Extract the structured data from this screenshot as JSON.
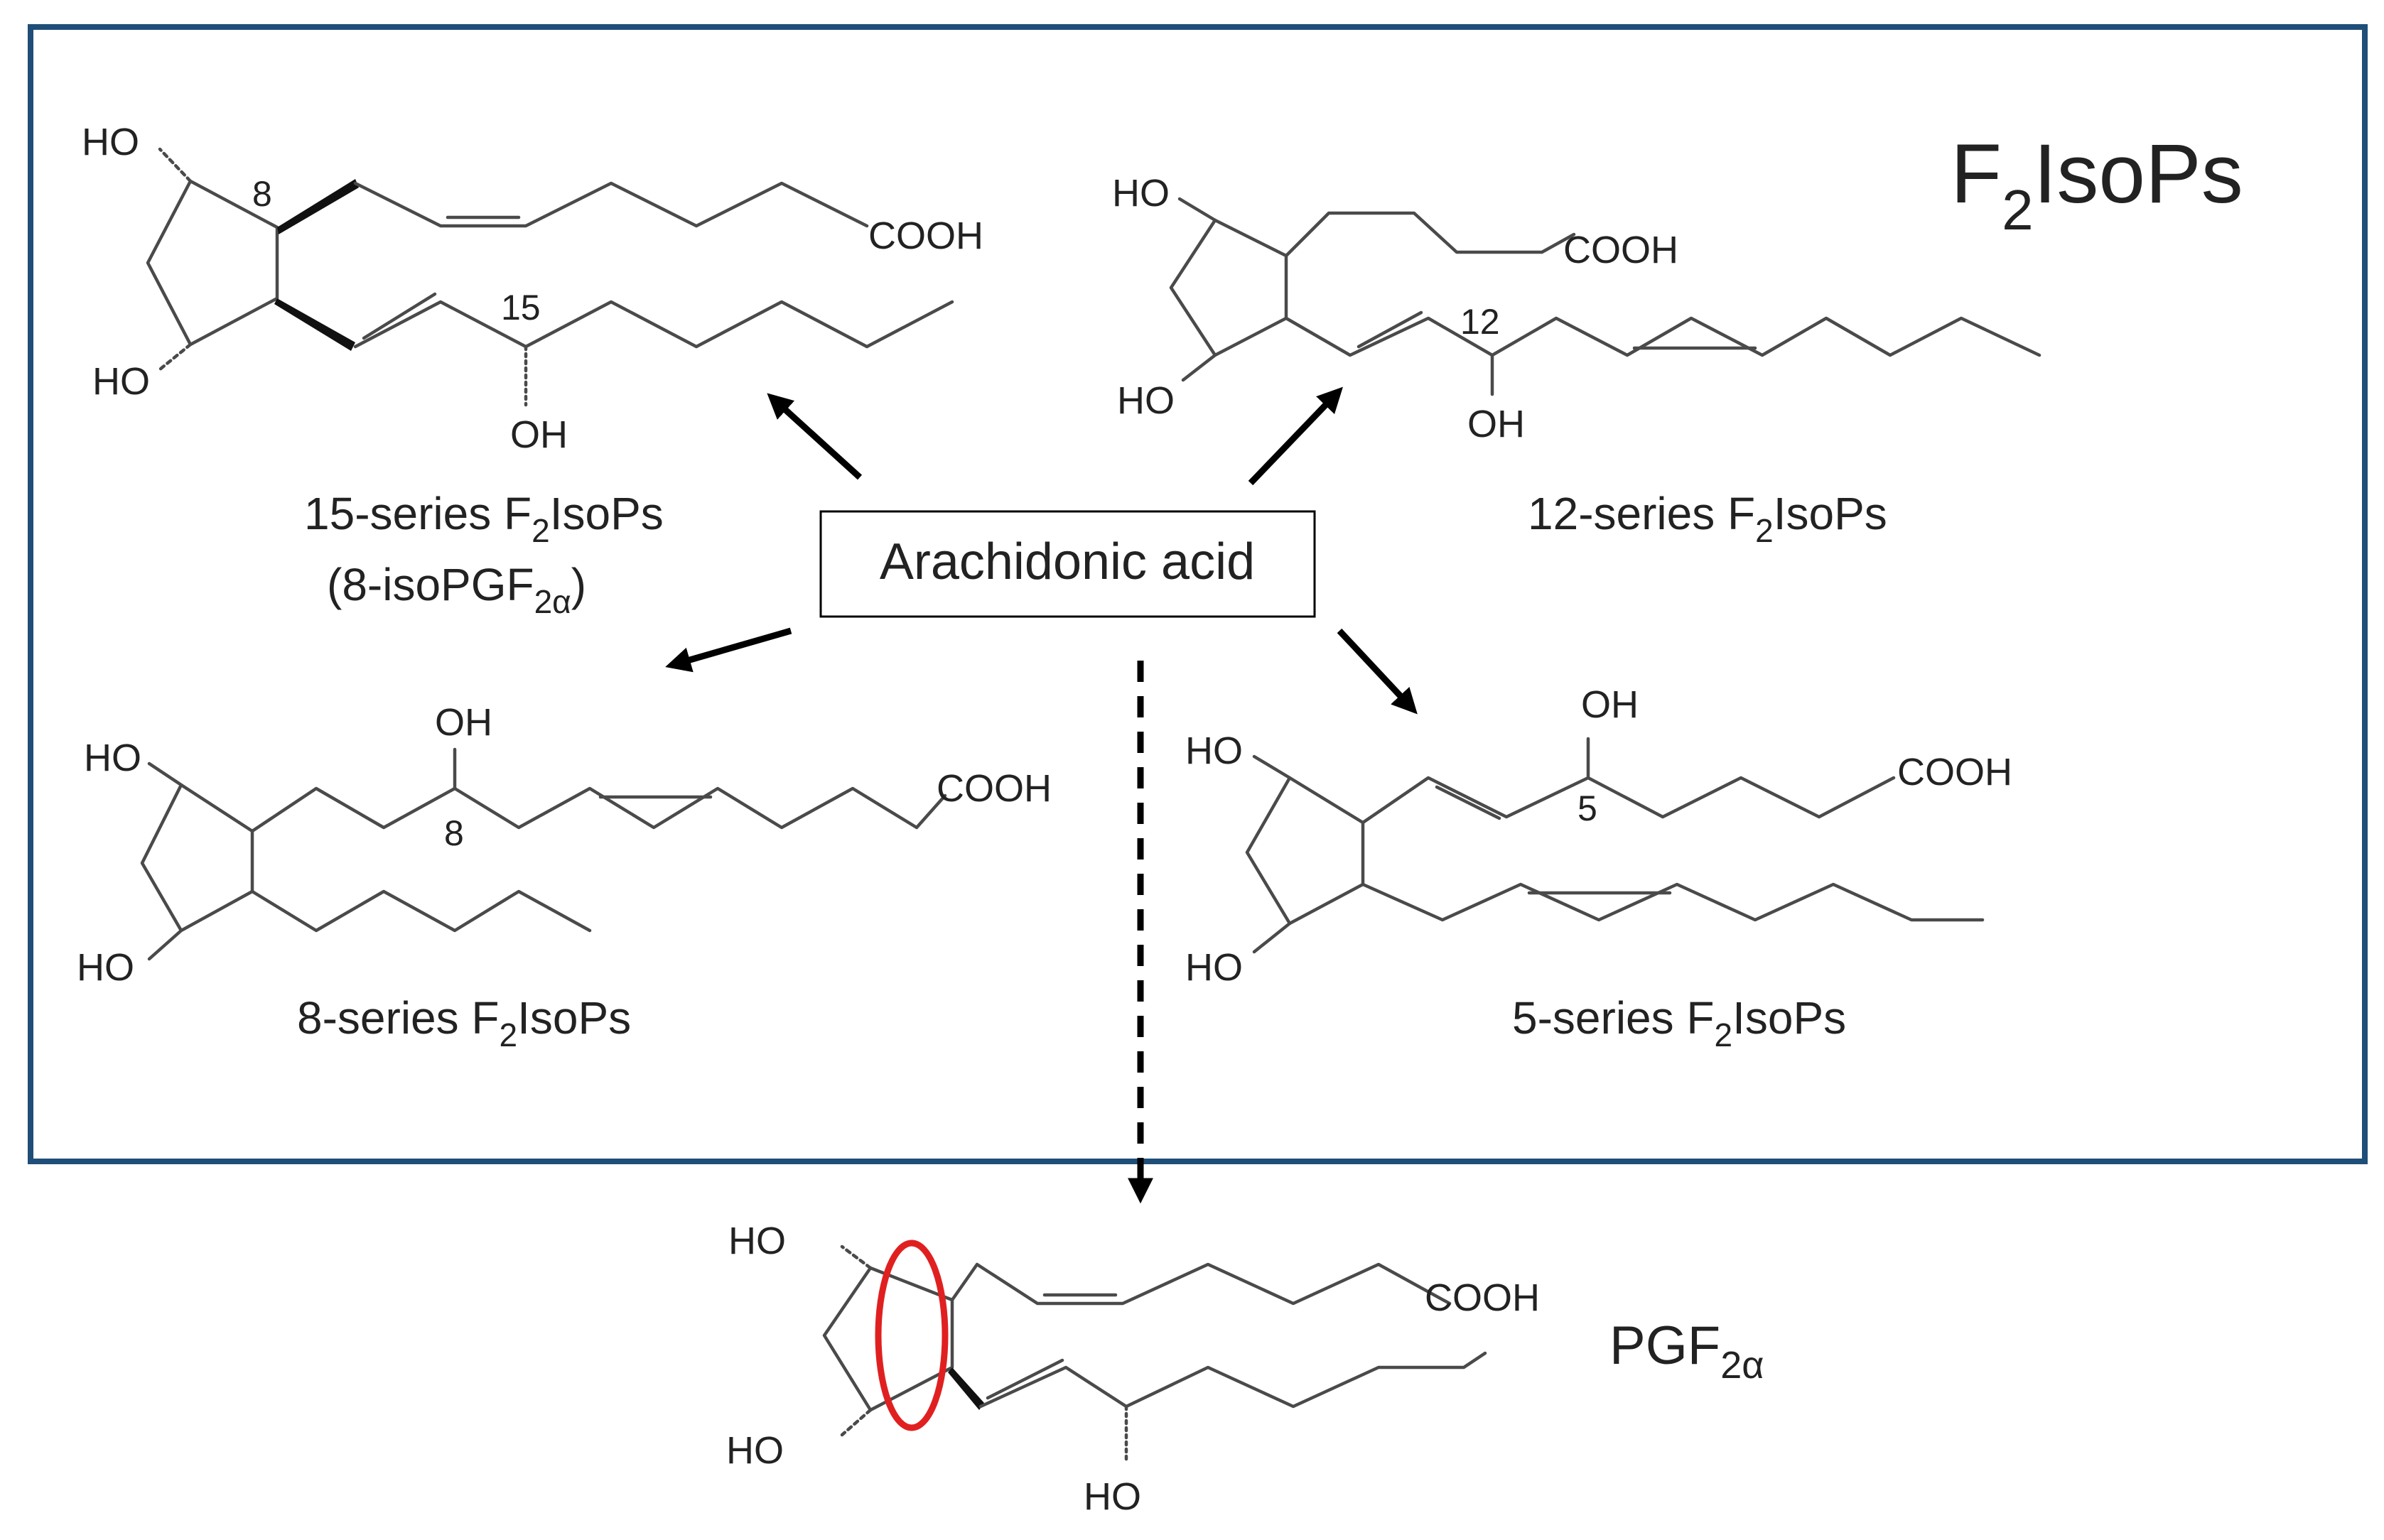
{
  "title": "F",
  "title_sub": "2",
  "title_rest": "IsoPs",
  "center_label": "Arachidonic acid",
  "atoms": {
    "HO": "HO",
    "OH": "OH",
    "COOH": "COOH"
  },
  "structures": {
    "s15": {
      "label_pre": "15-series F",
      "label_sub": "2",
      "label_post": "IsoPs",
      "alt_pre": "(8-isoPGF",
      "alt_sub": "2α",
      "alt_post": ")",
      "num_a": "8",
      "num_b": "15"
    },
    "s12": {
      "label_pre": "12-series F",
      "label_sub": "2",
      "label_post": "IsoPs",
      "num_a": "12"
    },
    "s8": {
      "label_pre": "8-series F",
      "label_sub": "2",
      "label_post": "IsoPs",
      "num_a": "8"
    },
    "s5": {
      "label_pre": "5-series F",
      "label_sub": "2",
      "label_post": "IsoPs",
      "num_a": "5"
    },
    "pgf": {
      "label_pre": "PGF",
      "label_sub": "2α"
    }
  },
  "colors": {
    "frame": "#1f4e79",
    "highlight": "#e02020",
    "bond": "#4a4a4a",
    "arrow": "#000000"
  }
}
